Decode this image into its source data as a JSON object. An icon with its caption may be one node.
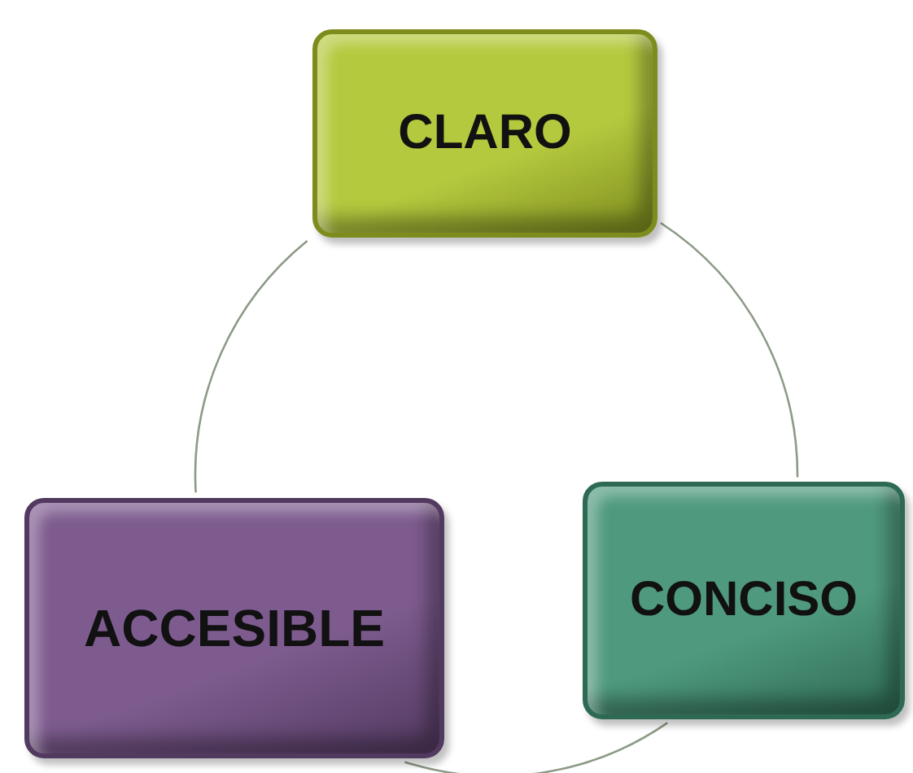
{
  "diagram": {
    "nodes": [
      {
        "text": [
          "CLARO"
        ]
      },
      {
        "text": [
          "CONCISO"
        ]
      },
      {
        "text": [
          "ACCESIBLE"
        ]
      }
    ],
    "edges": [
      {
        "from": 0,
        "to": 1,
        "arrow": "none"
      },
      {
        "from": 1,
        "to": 2,
        "arrow": "none"
      },
      {
        "from": 2,
        "to": 0,
        "arrow": "none"
      }
    ]
  }
}
